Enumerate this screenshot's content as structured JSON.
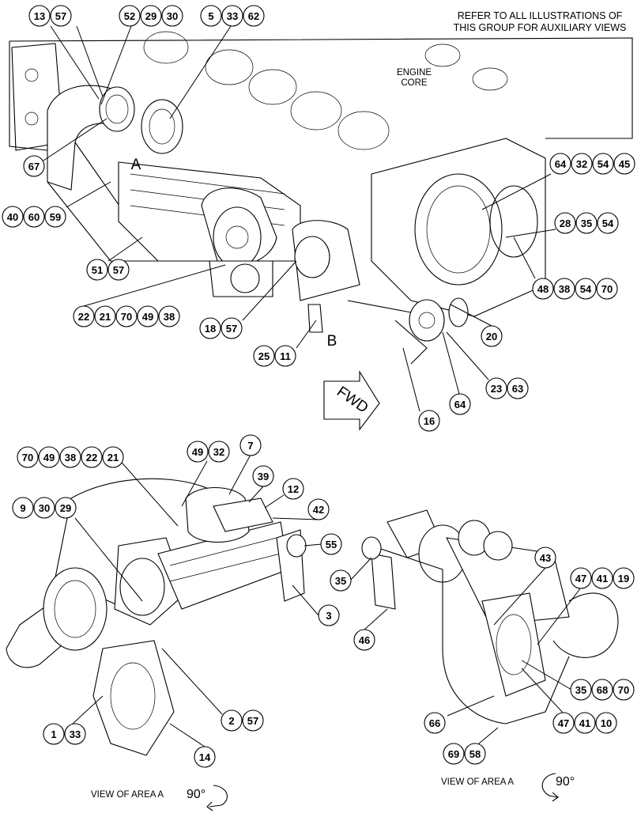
{
  "header": {
    "note_line1": "REFER TO ALL ILLUSTRATIONS OF",
    "note_line2": "THIS GROUP FOR AUXILIARY VIEWS"
  },
  "labels": {
    "engine_core_line1": "ENGINE",
    "engine_core_line2": "CORE",
    "area_a": "A",
    "area_b": "B",
    "fwd": "FWD"
  },
  "captions": {
    "left": {
      "text": "VIEW OF AREA A",
      "angle": "90°"
    },
    "right": {
      "text": "VIEW OF AREA A",
      "angle": "90°"
    }
  },
  "callout_groups": [
    {
      "name": "callout-13-57",
      "numbers": [
        "13",
        "57"
      ]
    },
    {
      "name": "callout-52-29-30",
      "numbers": [
        "52",
        "29",
        "30"
      ]
    },
    {
      "name": "callout-5-33-62",
      "numbers": [
        "5",
        "33",
        "62"
      ]
    },
    {
      "name": "callout-67",
      "numbers": [
        "67"
      ]
    },
    {
      "name": "callout-40-60-59",
      "numbers": [
        "40",
        "60",
        "59"
      ]
    },
    {
      "name": "callout-51-57",
      "numbers": [
        "51",
        "57"
      ]
    },
    {
      "name": "callout-22-21-70-49-38-top",
      "numbers": [
        "22",
        "21",
        "70",
        "49",
        "38"
      ]
    },
    {
      "name": "callout-18-57",
      "numbers": [
        "18",
        "57"
      ]
    },
    {
      "name": "callout-25-11",
      "numbers": [
        "25",
        "11"
      ]
    },
    {
      "name": "callout-64-32-54-45",
      "numbers": [
        "64",
        "32",
        "54",
        "45"
      ]
    },
    {
      "name": "callout-28-35-54",
      "numbers": [
        "28",
        "35",
        "54"
      ]
    },
    {
      "name": "callout-48-38-54-70",
      "numbers": [
        "48",
        "38",
        "54",
        "70"
      ]
    },
    {
      "name": "callout-20",
      "numbers": [
        "20"
      ]
    },
    {
      "name": "callout-23-63",
      "numbers": [
        "23",
        "63"
      ]
    },
    {
      "name": "callout-64",
      "numbers": [
        "64"
      ]
    },
    {
      "name": "callout-16",
      "numbers": [
        "16"
      ]
    },
    {
      "name": "callout-70-49-38-22-21",
      "numbers": [
        "70",
        "49",
        "38",
        "22",
        "21"
      ]
    },
    {
      "name": "callout-49-32",
      "numbers": [
        "49",
        "32"
      ]
    },
    {
      "name": "callout-7",
      "numbers": [
        "7"
      ]
    },
    {
      "name": "callout-39",
      "numbers": [
        "39"
      ]
    },
    {
      "name": "callout-12",
      "numbers": [
        "12"
      ]
    },
    {
      "name": "callout-42",
      "numbers": [
        "42"
      ]
    },
    {
      "name": "callout-9-30-29",
      "numbers": [
        "9",
        "30",
        "29"
      ]
    },
    {
      "name": "callout-55",
      "numbers": [
        "55"
      ]
    },
    {
      "name": "callout-3",
      "numbers": [
        "3"
      ]
    },
    {
      "name": "callout-2-57",
      "numbers": [
        "2",
        "57"
      ]
    },
    {
      "name": "callout-1-33",
      "numbers": [
        "1",
        "33"
      ]
    },
    {
      "name": "callout-14",
      "numbers": [
        "14"
      ]
    },
    {
      "name": "callout-43",
      "numbers": [
        "43"
      ]
    },
    {
      "name": "callout-35-left",
      "numbers": [
        "35"
      ]
    },
    {
      "name": "callout-46",
      "numbers": [
        "46"
      ]
    },
    {
      "name": "callout-47-41-19",
      "numbers": [
        "47",
        "41",
        "19"
      ]
    },
    {
      "name": "callout-35-68-70",
      "numbers": [
        "35",
        "68",
        "70"
      ]
    },
    {
      "name": "callout-66",
      "numbers": [
        "66"
      ]
    },
    {
      "name": "callout-47-41-10",
      "numbers": [
        "47",
        "41",
        "10"
      ]
    },
    {
      "name": "callout-69-58",
      "numbers": [
        "69",
        "58"
      ]
    }
  ]
}
